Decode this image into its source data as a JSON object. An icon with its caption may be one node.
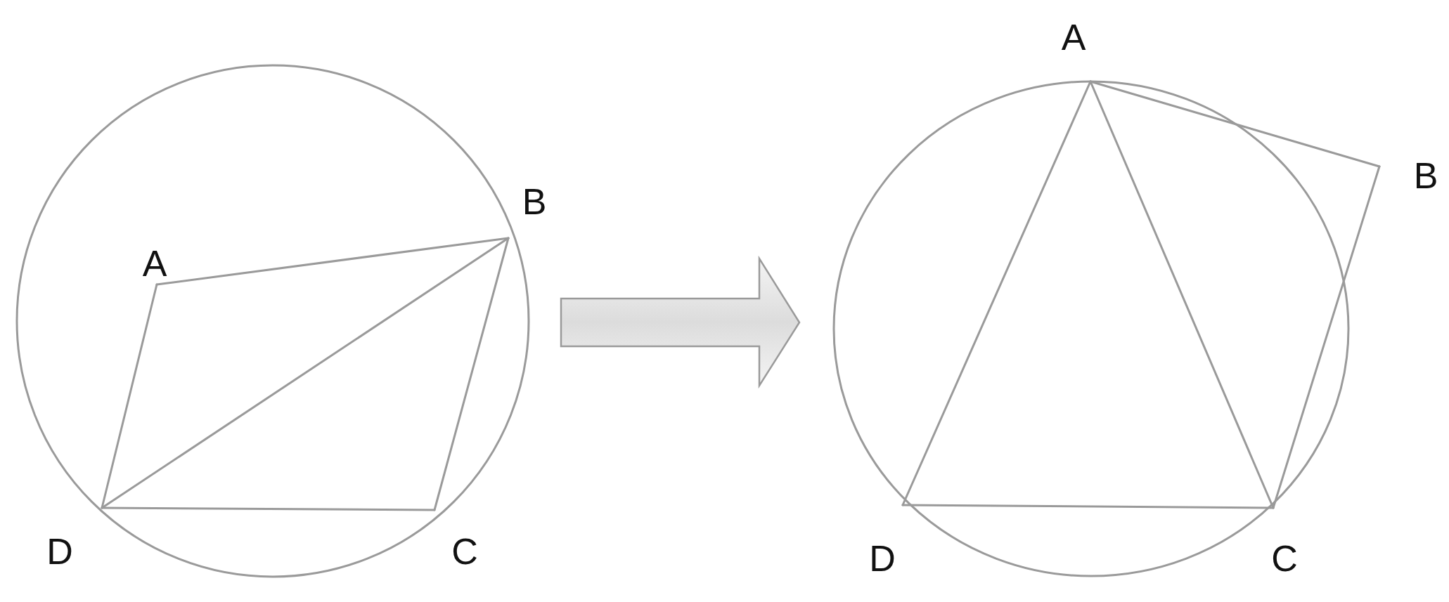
{
  "diagram": {
    "nodes": [
      {
        "text": [
          "A"
        ]
      },
      {
        "text": [
          "B"
        ]
      },
      {
        "text": [
          "C"
        ]
      },
      {
        "text": [
          "D"
        ]
      },
      {
        "text": [
          "A"
        ]
      },
      {
        "text": [
          "B"
        ]
      },
      {
        "text": [
          "C"
        ]
      },
      {
        "text": [
          "D"
        ]
      }
    ],
    "edges": [
      {
        "from": 0,
        "to": 1,
        "arrow": "none"
      },
      {
        "from": 0,
        "to": 3,
        "arrow": "none"
      },
      {
        "from": 1,
        "to": 3,
        "arrow": "none"
      },
      {
        "from": 1,
        "to": 2,
        "arrow": "none"
      },
      {
        "from": 3,
        "to": 2,
        "arrow": "none"
      },
      {
        "from": 4,
        "to": 5,
        "arrow": "none"
      },
      {
        "from": 4,
        "to": 7,
        "arrow": "none"
      },
      {
        "from": 4,
        "to": 6,
        "arrow": "none"
      },
      {
        "from": 5,
        "to": 6,
        "arrow": "none"
      },
      {
        "from": 7,
        "to": 6,
        "arrow": "none"
      }
    ]
  }
}
